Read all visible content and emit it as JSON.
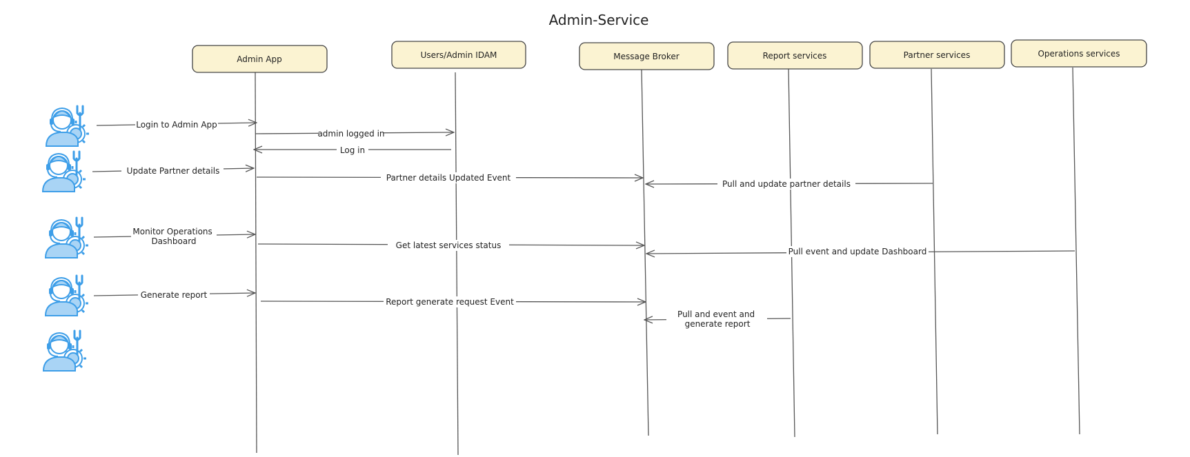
{
  "title": "Admin-Service",
  "colors": {
    "box_fill": "#fbf3d2",
    "box_stroke": "#444444",
    "line": "#555555",
    "text": "#222222",
    "actor": "#3d9ee8",
    "actor_light": "#a9d4f5"
  },
  "lifelines": [
    {
      "label": "Admin App"
    },
    {
      "label": "Users/Admin IDAM"
    },
    {
      "label": "Message Broker"
    },
    {
      "label": "Report services"
    },
    {
      "label": "Partner services"
    },
    {
      "label": "Operations services"
    }
  ],
  "actors": [
    {
      "icon": "admin-support-icon"
    },
    {
      "icon": "admin-support-icon"
    },
    {
      "icon": "admin-support-icon"
    },
    {
      "icon": "admin-support-icon"
    },
    {
      "icon": "admin-support-icon"
    }
  ],
  "messages": [
    {
      "label": "Login to Admin App"
    },
    {
      "label": "admin logged in"
    },
    {
      "label": "Log in"
    },
    {
      "label": "Update Partner details"
    },
    {
      "label": "Partner details Updated Event"
    },
    {
      "label": "Pull and update partner details"
    },
    {
      "label": "Monitor Operations Dashboard"
    },
    {
      "label": "Get latest services status"
    },
    {
      "label": "Pull event and update Dashboard"
    },
    {
      "label": "Generate report"
    },
    {
      "label": "Report generate request Event"
    },
    {
      "label": "Pull and event and generate report"
    }
  ]
}
